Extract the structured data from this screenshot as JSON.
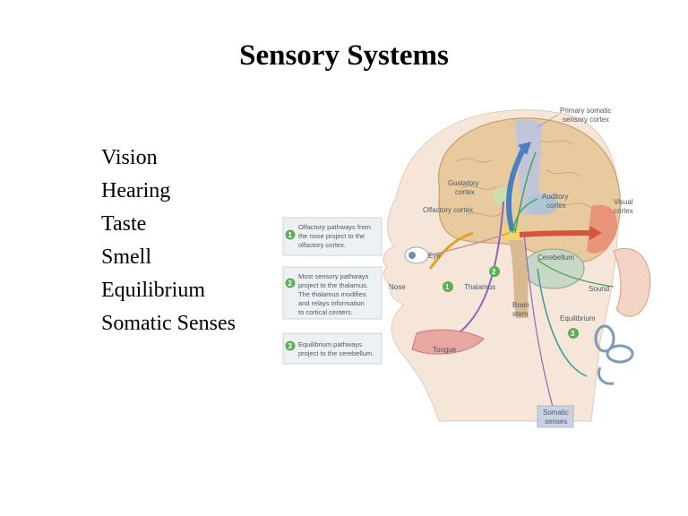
{
  "slide": {
    "title": "Sensory Systems",
    "bullets": [
      "Vision",
      "Hearing",
      "Taste",
      "Smell",
      "Equilibrium",
      "Somatic Senses"
    ]
  },
  "diagram": {
    "labels": {
      "primary_somatic": [
        "Primary somatic",
        "sensory cortex"
      ],
      "gustatory": [
        "Gustatory",
        "cortex"
      ],
      "auditory": [
        "Auditory",
        "cortex"
      ],
      "visual": [
        "Visual",
        "cortex"
      ],
      "olfactory": "Olfactory cortex",
      "eye": "Eye",
      "nose": "Nose",
      "thalamus": "Thalamus",
      "cerebellum": "Cerebellum",
      "sound": "Sound",
      "brain_stem": [
        "Brain",
        "stem"
      ],
      "equilibrium": "Equilibrium",
      "tongue": "Tongue",
      "somatic": [
        "Somatic",
        "senses"
      ]
    },
    "steps": [
      {
        "num": "1",
        "lines": [
          "Olfactory pathways from",
          "the nose project to the",
          "olfactory cortex."
        ]
      },
      {
        "num": "2",
        "lines": [
          "Most sensory pathways",
          "project to the thalamus.",
          "The thalamus modifies",
          "and relays information",
          "to cortical centers."
        ]
      },
      {
        "num": "3",
        "lines": [
          "Equilibrium pathways",
          "project to the cerebellum."
        ]
      }
    ],
    "marker_labels": {
      "one": "1",
      "two": "2",
      "three": "3"
    },
    "colors": {
      "brain": "#e9c99e",
      "skin": "#f6e5d9",
      "step_badge": "#5fae57",
      "somatic_cortex": "#b9c4e4",
      "visual_cortex": "#e88b72",
      "auditory_cortex": "#a9c3d9",
      "gustatory_cortex": "#c7e2b0"
    }
  }
}
